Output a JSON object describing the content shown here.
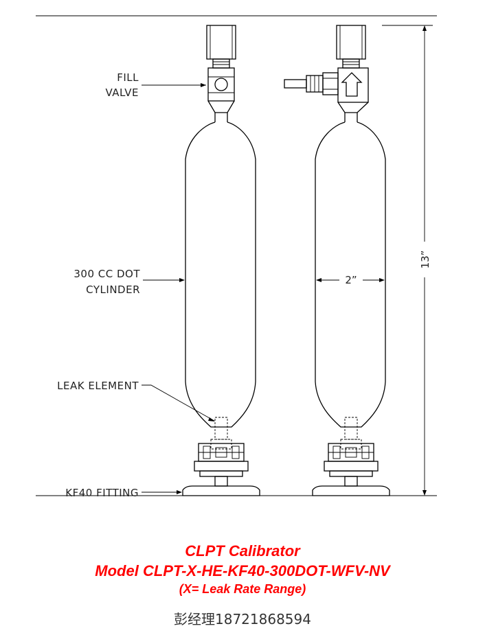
{
  "drawing": {
    "labels": {
      "fill_valve_line1": "FILL",
      "fill_valve_line2": "VALVE",
      "cylinder_line1": "300 CC DOT",
      "cylinder_line2": "CYLINDER",
      "leak_element": "LEAK ELEMENT",
      "kf40_fitting": "KF40 FITTING"
    },
    "dimensions": {
      "diameter": "2”",
      "height": "13”"
    }
  },
  "caption": {
    "title": "CLPT Calibrator",
    "model": "Model CLPT-X-HE-KF40-300DOT-WFV-NV",
    "note": "(X= Leak Rate Range)",
    "color": "#ff0000"
  },
  "contact": "彭经理18721868594"
}
